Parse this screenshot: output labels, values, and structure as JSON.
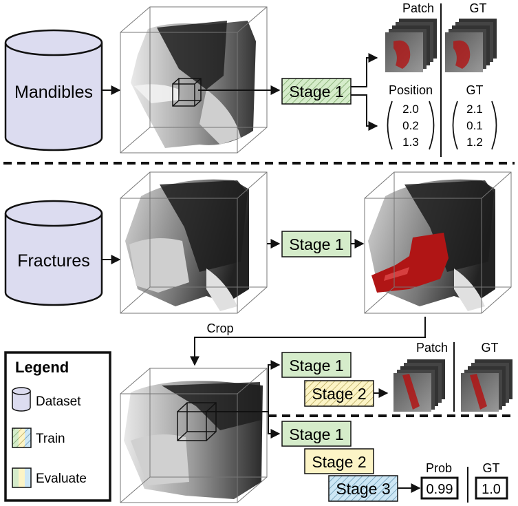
{
  "section1": {
    "dataset_label": "Mandibles",
    "stage_label": "Stage 1",
    "patch_label": "Patch",
    "gt_label": "GT",
    "position_label": "Position",
    "position_values": [
      "2.0",
      "0.2",
      "1.3"
    ],
    "gt_values": [
      "2.1",
      "0.1",
      "1.2"
    ]
  },
  "section2": {
    "dataset_label": "Fractures",
    "stage_label": "Stage 1",
    "crop_label": "Crop"
  },
  "section3": {
    "train_stage1": "Stage 1",
    "train_stage2": "Stage 2",
    "patch_label": "Patch",
    "gt_label": "GT",
    "eval_stage1": "Stage 1",
    "eval_stage2": "Stage 2",
    "eval_stage3": "Stage 3",
    "prob_label": "Prob",
    "prob_value": "0.99",
    "gt_label2": "GT",
    "gt_value": "1.0"
  },
  "legend": {
    "title": "Legend",
    "dataset": "Dataset",
    "train": "Train",
    "evaluate": "Evaluate"
  },
  "colors": {
    "green": "#d5ecca",
    "yellow": "#fcf4c6",
    "blue": "#cde7f5",
    "cylinder": "#dcdcf0",
    "red": "#b01515"
  }
}
